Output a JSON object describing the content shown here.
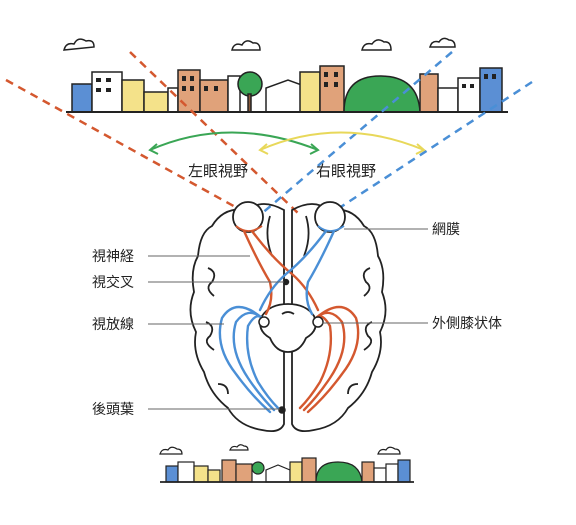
{
  "fields": {
    "left": "左眼視野",
    "right": "右眼視野"
  },
  "labels": {
    "retina": "網膜",
    "optic_nerve": "視神経",
    "optic_chiasm": "視交叉",
    "optic_radiation": "視放線",
    "lgn": "外側膝状体",
    "occipital_lobe": "後頭葉"
  },
  "colors": {
    "left_eye_path": "#d4582f",
    "right_eye_path": "#4a8fd6",
    "left_field_arc": "#3aa655",
    "right_field_arc": "#e8d85a",
    "outline": "#222222"
  }
}
